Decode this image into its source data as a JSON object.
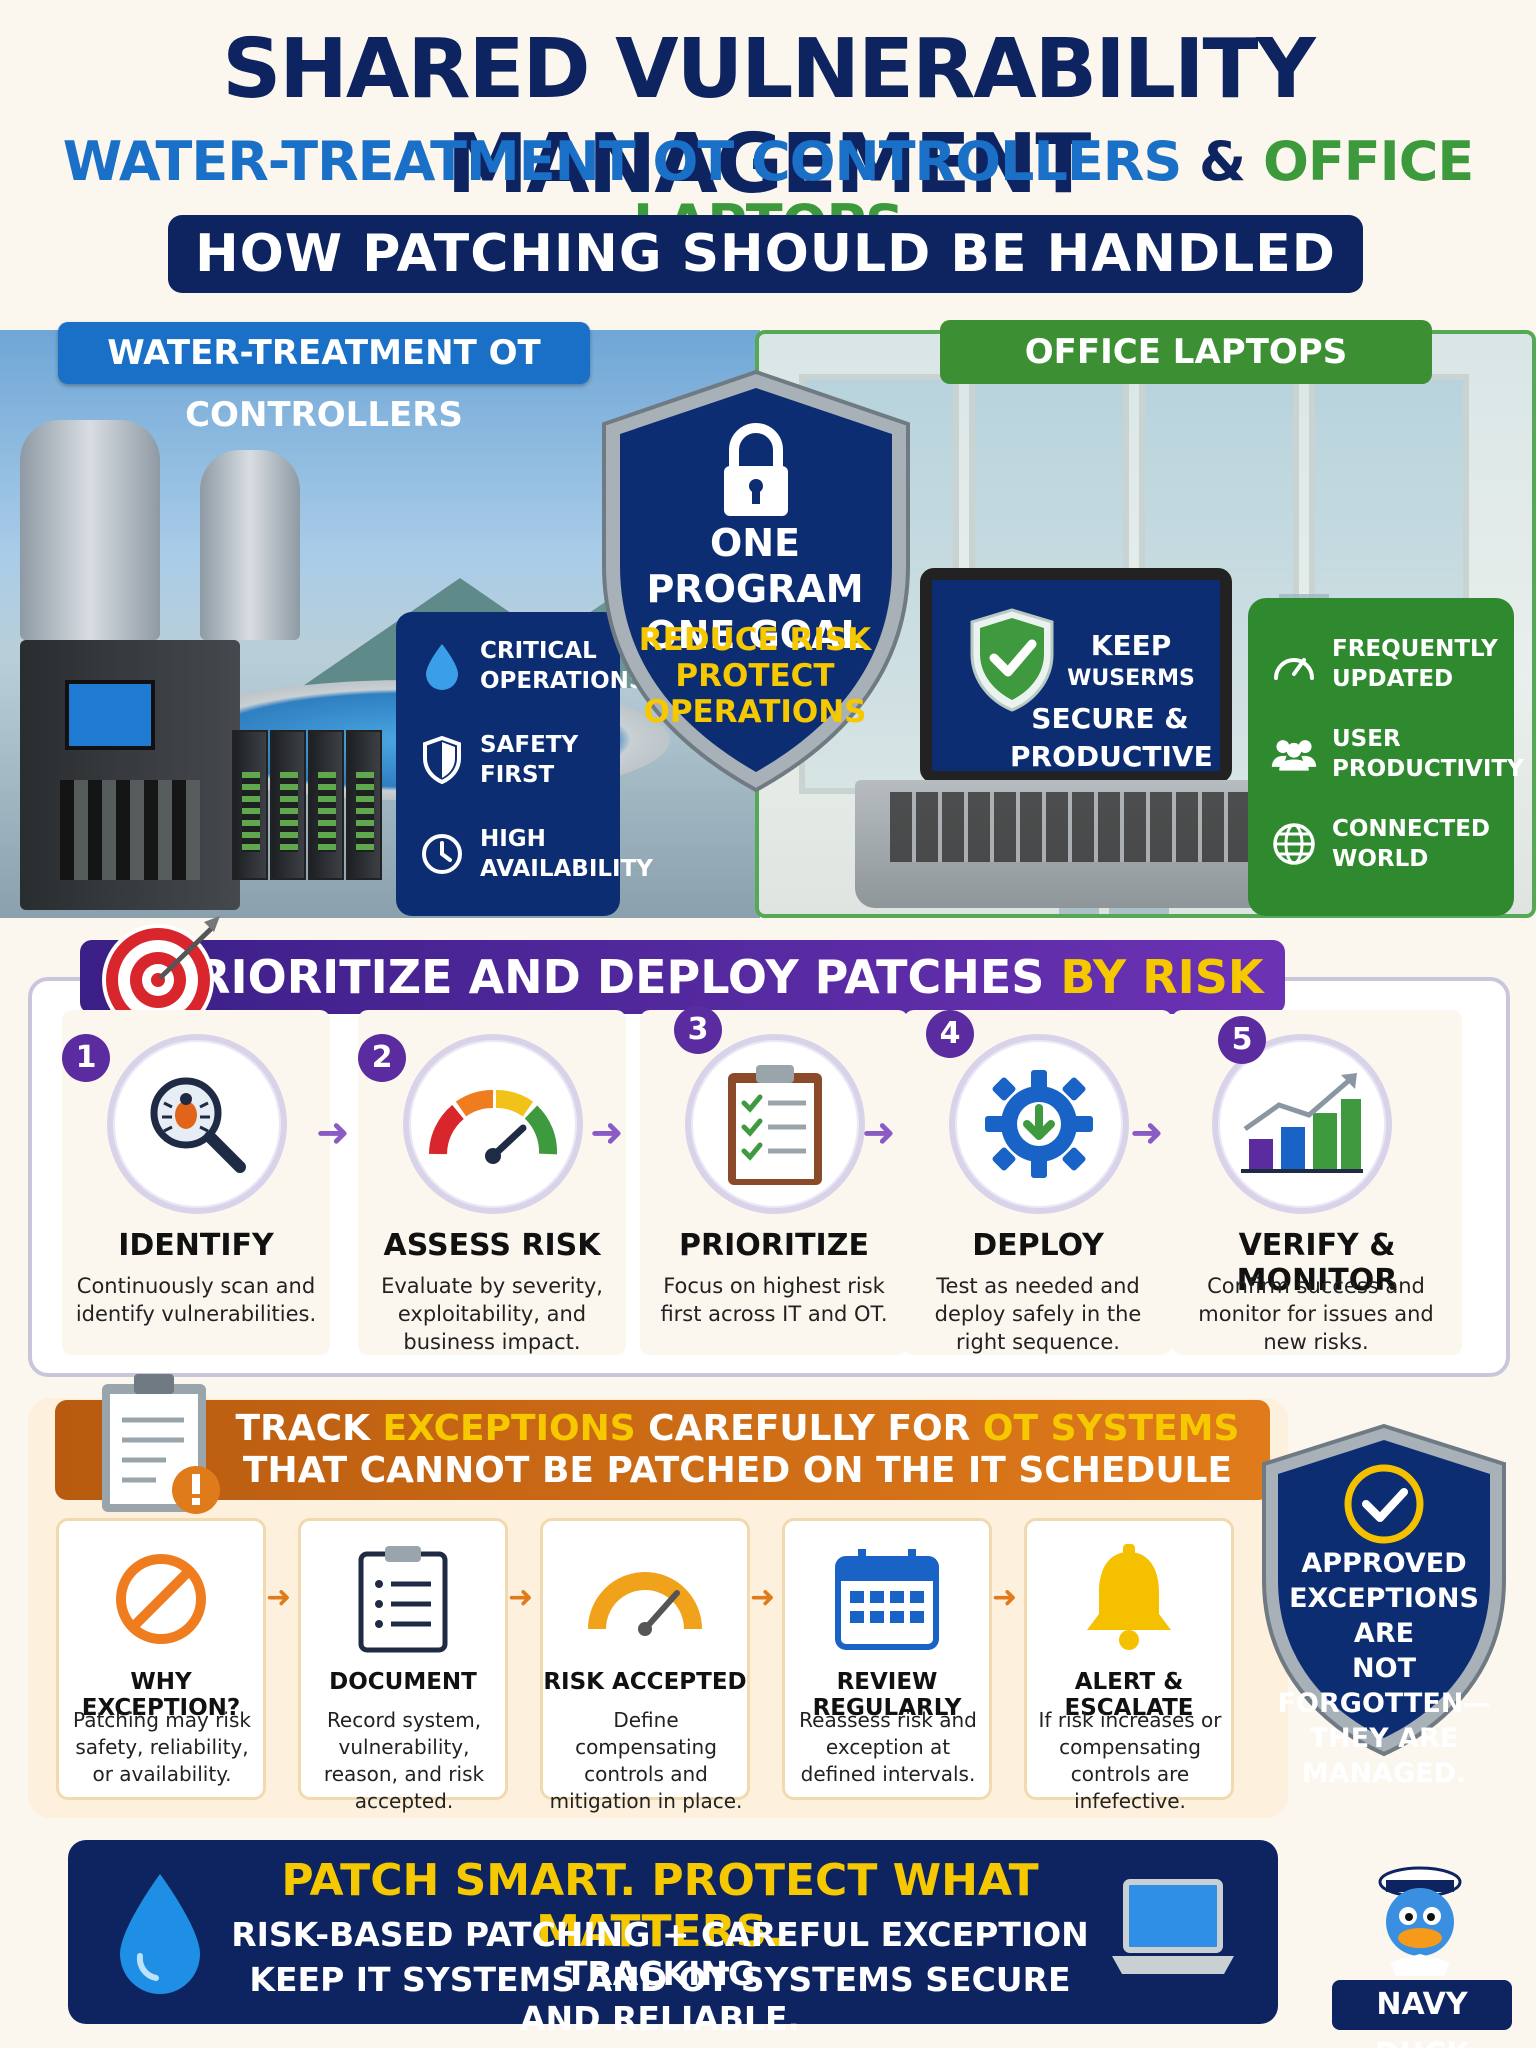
{
  "header": {
    "title": "SHARED VULNERABILITY MANAGEMENT",
    "subtitle_ot": "WATER-TREATMENT OT CONTROLLERS",
    "subtitle_amp": " & ",
    "subtitle_laptops": "OFFICE LAPTOPS",
    "banner": "HOW PATCHING SHOULD BE HANDLED"
  },
  "scene": {
    "ot_tag": "WATER-TREATMENT OT CONTROLLERS",
    "laptop_tag": "OFFICE LAPTOPS",
    "ot_items": [
      {
        "label": "CRITICAL OPERATIONS",
        "icon": "water-drop-icon"
      },
      {
        "label": "SAFETY FIRST",
        "icon": "shield-icon"
      },
      {
        "label": "HIGH AVAILABILITY",
        "icon": "clock-icon"
      }
    ],
    "shield_line1": "ONE PROGRAM",
    "shield_line2": "ONE GOAL",
    "shield_goal1": "REDUCE RISK",
    "shield_goal2": "PROTECT",
    "shield_goal3": "OPERATIONS",
    "laptop_screen_line1": "KEEP",
    "laptop_screen_line2": "WUSERMS",
    "laptop_screen_line3": "SECURE &",
    "laptop_screen_line4": "PRODUCTIVE",
    "laptop_items": [
      {
        "label": "FREQUENTLY UPDATED",
        "icon": "gauge-icon"
      },
      {
        "label": "USER PRODUCTIVITY",
        "icon": "users-icon"
      },
      {
        "label": "CONNECTED WORLD",
        "icon": "globe-icon"
      }
    ]
  },
  "prioritize": {
    "banner_prefix": "PRIORITIZE AND DEPLOY PATCHES ",
    "banner_highlight": "BY RISK",
    "steps": [
      {
        "num": "1",
        "title": "IDENTIFY",
        "desc": "Continuously scan and identify vulnerabilities.",
        "icon": "magnifier-bug-icon"
      },
      {
        "num": "2",
        "title": "ASSESS RISK",
        "desc": "Evaluate by severity, exploitability, and business impact.",
        "icon": "gauge-icon"
      },
      {
        "num": "3",
        "title": "PRIORITIZE",
        "desc": "Focus on highest risk first across IT and OT.",
        "icon": "checklist-icon"
      },
      {
        "num": "4",
        "title": "DEPLOY",
        "desc": "Test as needed and deploy safely in the right sequence.",
        "icon": "gear-download-icon"
      },
      {
        "num": "5",
        "title": "VERIFY & MONITOR",
        "desc": "Confirm success and monitor for issues and new risks.",
        "icon": "bar-chart-icon"
      }
    ]
  },
  "exceptions": {
    "banner_line1_a": "TRACK ",
    "banner_line1_b": "EXCEPTIONS",
    "banner_line1_c": " CAREFULLY FOR ",
    "banner_line1_d": "OT SYSTEMS",
    "banner_line2": "THAT CANNOT BE PATCHED ON THE IT SCHEDULE",
    "items": [
      {
        "title": "WHY EXCEPTION?",
        "desc": "Patching may risk safety, reliability, or availability.",
        "icon": "prohibited-icon"
      },
      {
        "title": "DOCUMENT",
        "desc": "Record system, vulnerability, reason, and risk accepted.",
        "icon": "clipboard-icon"
      },
      {
        "title": "RISK ACCEPTED",
        "desc": "Define compensating controls and mitigation in place.",
        "icon": "gauge-icon"
      },
      {
        "title": "REVIEW REGULARLY",
        "desc": "Reassess risk and exception at defined intervals.",
        "icon": "calendar-icon"
      },
      {
        "title": "ALERT & ESCALATE",
        "desc": "If risk increases or compensating controls are infefective.",
        "icon": "bell-icon"
      }
    ],
    "approved_l1": "APPROVED",
    "approved_l2": "EXCEPTIONS ARE",
    "approved_l3": "NOT FORGOTTEN—",
    "approved_l4": "THEY ARE",
    "approved_l5": "MANAGED."
  },
  "footer": {
    "headline": "PATCH SMART. PROTECT WHAT MATTERS.",
    "line1": "RISK-BASED PATCHING + CAREFUL EXCEPTION TRACKING",
    "line2": "KEEP IT SYSTEMS AND OT SYSTEMS SECURE AND RELIABLE.",
    "brand": "NAVY DUCK"
  },
  "colors": {
    "navy": "#0d2460",
    "ot_blue": "#1a6fc6",
    "it_green": "#3c9a3c",
    "purple": "#5a2ca0",
    "orange": "#e07b1b",
    "gold": "#f5c800"
  }
}
